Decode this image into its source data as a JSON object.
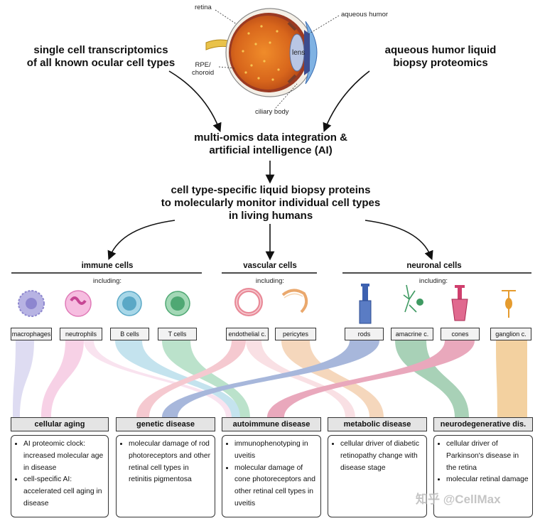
{
  "eye": {
    "retina": "retina",
    "aqueous_humor": "aqueous humor",
    "lens": "lens",
    "rpe_line1": "RPE/",
    "rpe_line2": "choroid",
    "ciliary_body": "ciliary body"
  },
  "left_source": {
    "line1": "single cell transcriptomics",
    "line2": "of all known ocular cell types"
  },
  "right_source": {
    "line1": "aqueous humor liquid",
    "line2": "biopsy proteomics"
  },
  "integration": {
    "line1": "multi-omics data integration &",
    "line2": "artificial intelligence (AI)"
  },
  "biopsy": {
    "line1": "cell type-specific liquid biopsy proteins",
    "line2": "to molecularly monitor individual cell types",
    "line3": "in living humans"
  },
  "groups": [
    {
      "title": "immune cells",
      "including": "including:"
    },
    {
      "title": "vascular cells",
      "including": "including:"
    },
    {
      "title": "neuronal cells",
      "including": "including:"
    }
  ],
  "cells": [
    "macrophages",
    "neutrophils",
    "B cells",
    "T cells",
    "endothelial c.",
    "pericytes",
    "rods",
    "amacrine c.",
    "cones",
    "ganglion c."
  ],
  "colors": {
    "macrophage": "#b7b3e3",
    "neutrophil": "#ef9bc8",
    "bcell": "#7ec3db",
    "tcell": "#6ac08d",
    "endothelial": "#e98a98",
    "pericyte": "#eaa86d",
    "rod": "#3d61b0",
    "amacrine": "#3f9a62",
    "cone": "#cf3f6d",
    "ganglion": "#e59b2e"
  },
  "diseases": [
    {
      "title": "cellular aging",
      "bullets": [
        "AI proteomic clock: increased molecular age in disease",
        "cell-specific AI: accelerated cell aging in disease"
      ]
    },
    {
      "title": "genetic disease",
      "bullets": [
        "molecular damage of rod photoreceptors and other retinal cell types in retinitis pigmentosa"
      ]
    },
    {
      "title": "autoimmune disease",
      "bullets": [
        "immunophenotyping in uveitis",
        "molecular damage of cone photoreceptors and other retinal cell types in uveitis"
      ]
    },
    {
      "title": "metabolic disease",
      "bullets": [
        "cellular driver of diabetic retinopathy change with disease stage"
      ]
    },
    {
      "title": "neurodegenerative dis.",
      "bullets": [
        "cellular driver of Parkinson's disease in the retina",
        "molecular retinal damage"
      ]
    }
  ],
  "watermark": "知乎 @CellMax"
}
